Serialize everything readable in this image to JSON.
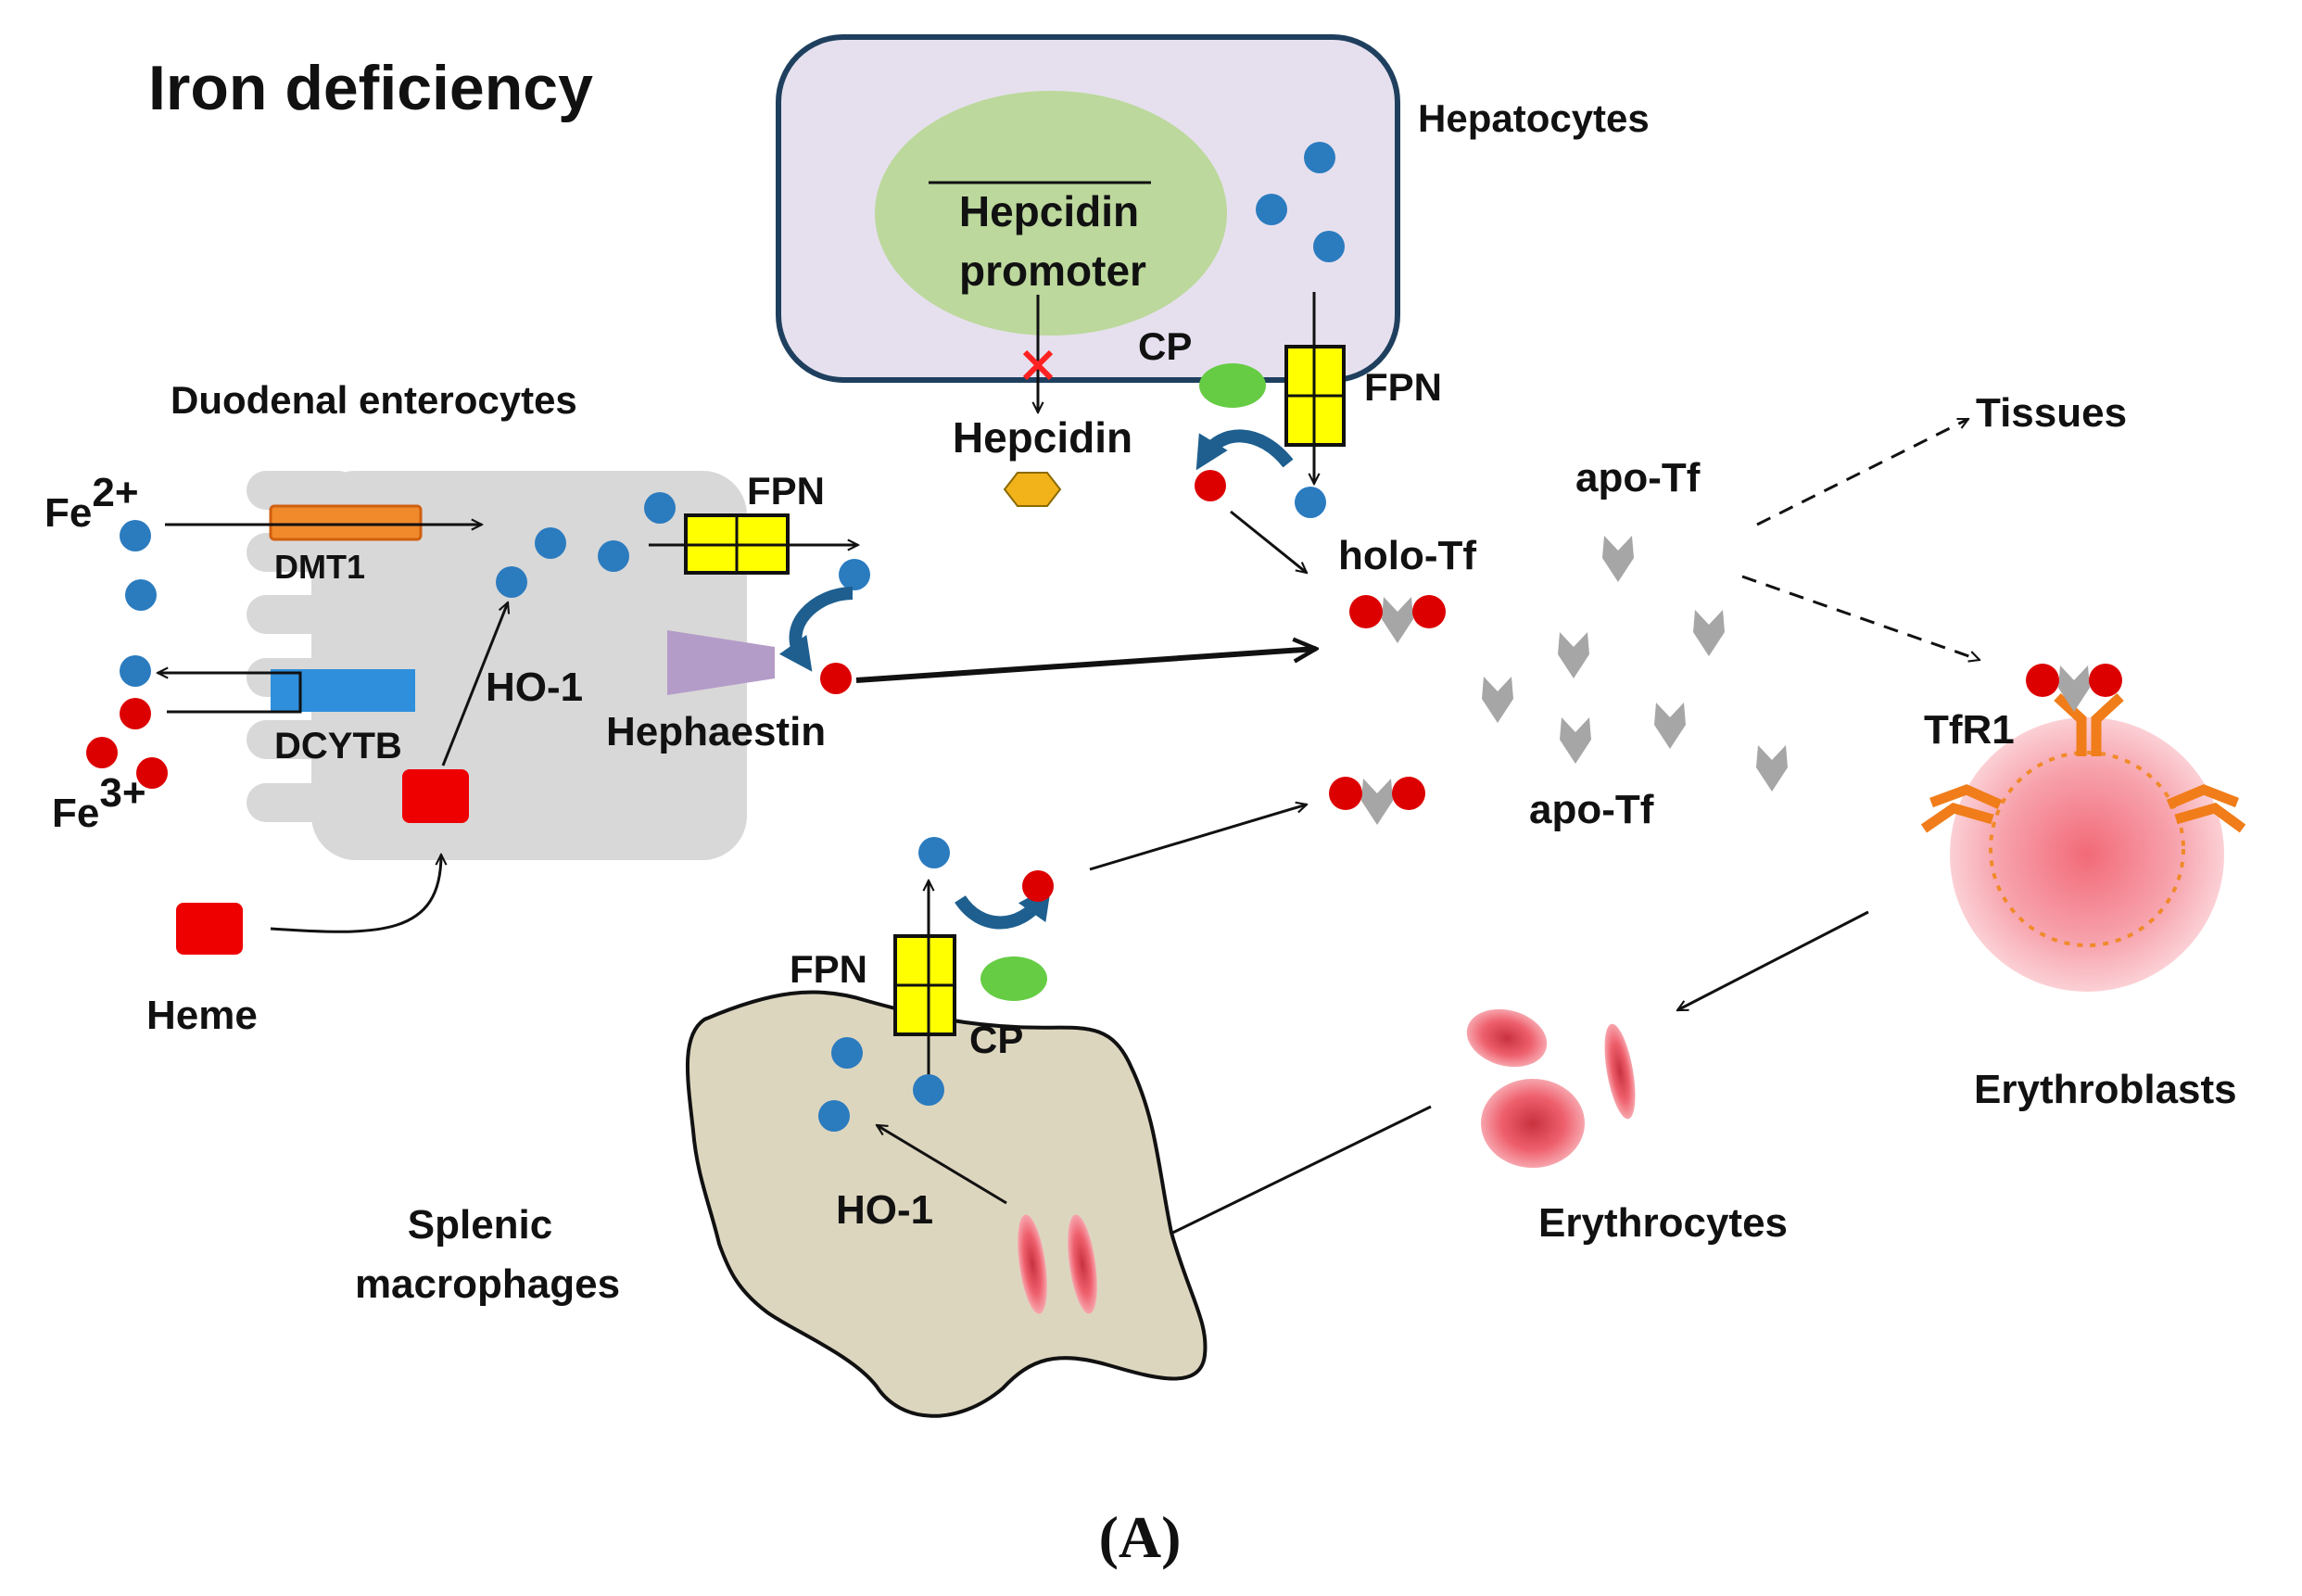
{
  "title": "Iron deficiency",
  "panel_label": "(A)",
  "labels": {
    "hepatocytes": "Hepatocytes",
    "hepcidin_promoter_line1": "Hepcidin",
    "hepcidin_promoter_line2": "promoter",
    "hepcidin": "Hepcidin",
    "cp_liver": "CP",
    "fpn_liver": "FPN",
    "duodenal": "Duodenal enterocytes",
    "fe2": "Fe",
    "fe2_sup": "2+",
    "fe3": "Fe",
    "fe3_sup": "3+",
    "dmt1": "DMT1",
    "dcytb": "DCYTB",
    "ho1_gut": "HO-1",
    "fpn_gut": "FPN",
    "hephaestin": "Hephaestin",
    "heme": "Heme",
    "holo_tf": "holo-Tf",
    "apo_tf_top": "apo-Tf",
    "apo_tf_bottom": "apo-Tf",
    "tissues": "Tissues",
    "tfr1": "TfR1",
    "erythroblasts": "Erythroblasts",
    "erythrocytes": "Erythrocytes",
    "splenic_line1": "Splenic",
    "splenic_line2": "macrophages",
    "fpn_mac": "FPN",
    "cp_mac": "CP",
    "ho1_mac": "HO-1"
  },
  "colors": {
    "fe2_dot": "#2b7bbf",
    "fe3_dot": "#dd0000",
    "fpn_box": "#ffff00",
    "cp": "#66cc44",
    "dmt1": "#f08a2a",
    "dcytb": "#2f8fdc",
    "hepatocyte_fill": "#e6e0ee",
    "hepatocyte_border": "#1f3f5e",
    "nucleus": "#bcd89c",
    "enterocyte": "#d8d8d8",
    "macrophage": "#ddd6bf",
    "hephaestin": "#b49cc8",
    "heme": "#ee0000",
    "hepcidin_hex": "#f2b21a",
    "tfr1": "#f07d1a",
    "transferrin": "#a6a6a6",
    "erythroblast": "#f47a86",
    "curved_arrow": "#1e5f8f"
  }
}
